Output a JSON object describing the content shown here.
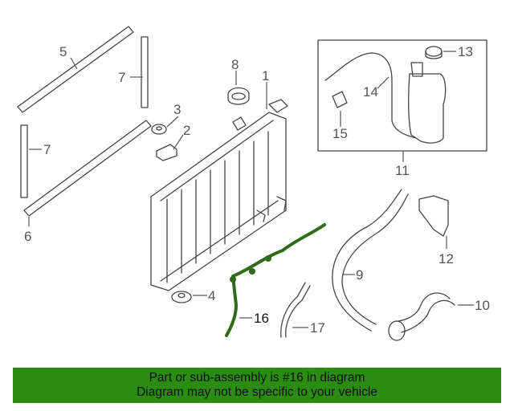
{
  "callouts": [
    {
      "id": "1",
      "text": "1"
    },
    {
      "id": "2",
      "text": "2"
    },
    {
      "id": "3",
      "text": "3"
    },
    {
      "id": "4",
      "text": "4"
    },
    {
      "id": "5",
      "text": "5"
    },
    {
      "id": "6",
      "text": "6"
    },
    {
      "id": "7a",
      "text": "7"
    },
    {
      "id": "7b",
      "text": "7"
    },
    {
      "id": "8",
      "text": "8"
    },
    {
      "id": "9",
      "text": "9"
    },
    {
      "id": "10",
      "text": "10"
    },
    {
      "id": "11",
      "text": "11"
    },
    {
      "id": "12",
      "text": "12"
    },
    {
      "id": "13",
      "text": "13"
    },
    {
      "id": "14",
      "text": "14"
    },
    {
      "id": "15",
      "text": "15"
    },
    {
      "id": "16",
      "text": "16"
    },
    {
      "id": "17",
      "text": "17"
    }
  ],
  "highlight": {
    "part": "16",
    "color": "#2e6b1a"
  },
  "banner": {
    "line1": "Part or sub-assembly is #16 in diagram",
    "line2": "Diagram may not be specific to your vehicle",
    "bg_color": "#2b8c12"
  }
}
